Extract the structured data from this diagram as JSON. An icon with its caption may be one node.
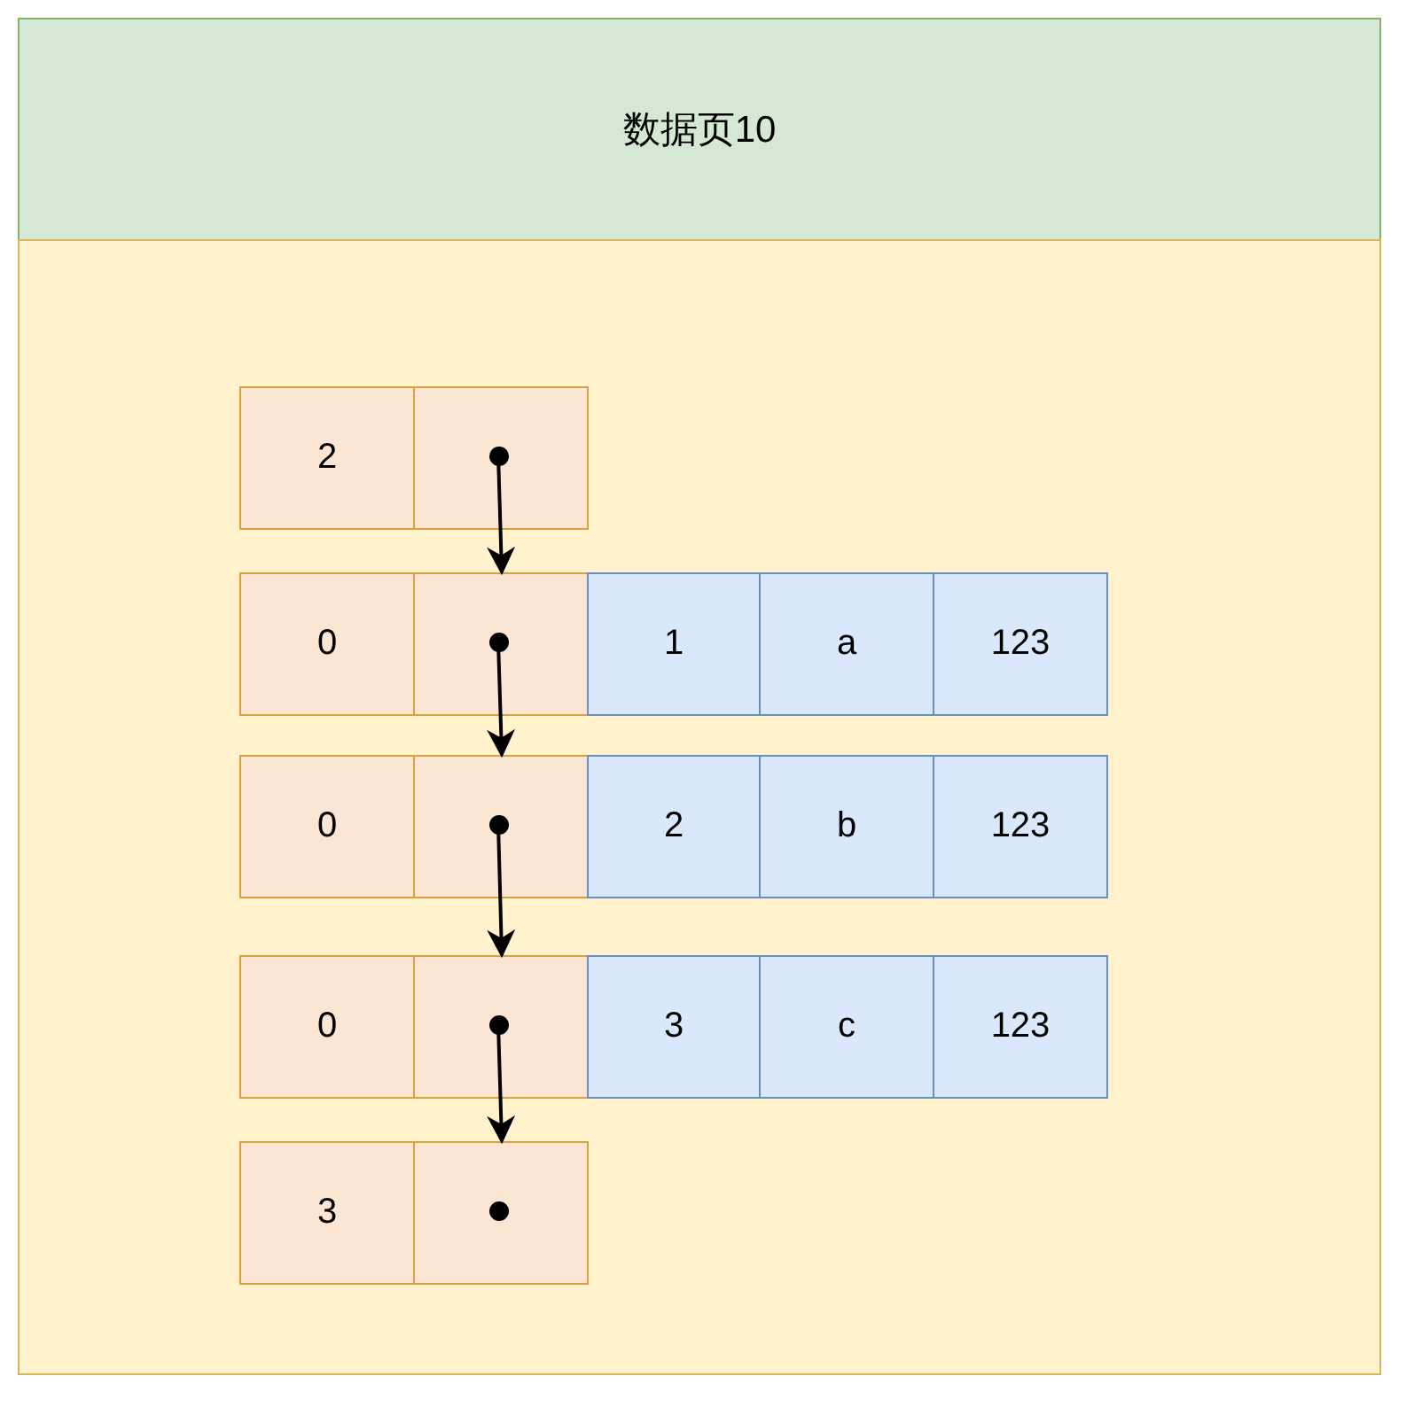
{
  "diagram": {
    "nodes": [
      {
        "text": [
          "数据页10"
        ]
      },
      {
        "text": [],
        "shape": "box"
      },
      {
        "text": [
          "2"
        ],
        "in": 1
      },
      {
        "text": [],
        "shape": "box",
        "in": 1
      },
      {
        "text": [
          "0"
        ],
        "in": 1
      },
      {
        "text": [],
        "shape": "box",
        "in": 1
      },
      {
        "text": [
          "1"
        ],
        "in": 1
      },
      {
        "text": [
          "a"
        ],
        "in": 1
      },
      {
        "text": [
          "123"
        ],
        "in": 1
      },
      {
        "text": [
          "0"
        ],
        "in": 1
      },
      {
        "text": [],
        "shape": "box",
        "in": 1
      },
      {
        "text": [
          "2"
        ],
        "in": 1
      },
      {
        "text": [
          "b"
        ],
        "in": 1
      },
      {
        "text": [
          "123"
        ],
        "in": 1
      },
      {
        "text": [
          "0"
        ],
        "in": 1
      },
      {
        "text": [],
        "shape": "box",
        "in": 1
      },
      {
        "text": [
          "3"
        ],
        "in": 1
      },
      {
        "text": [
          "c"
        ],
        "in": 1
      },
      {
        "text": [
          "123"
        ],
        "in": 1
      },
      {
        "text": [
          "3"
        ],
        "in": 1
      },
      {
        "text": [],
        "shape": "box",
        "in": 1
      }
    ],
    "edges": [
      {
        "from": 3,
        "to": 5,
        "arrow": "to"
      },
      {
        "from": 5,
        "to": 10,
        "arrow": "to"
      },
      {
        "from": 10,
        "to": 15,
        "arrow": "to"
      },
      {
        "from": 15,
        "to": 20,
        "arrow": "to"
      }
    ]
  }
}
